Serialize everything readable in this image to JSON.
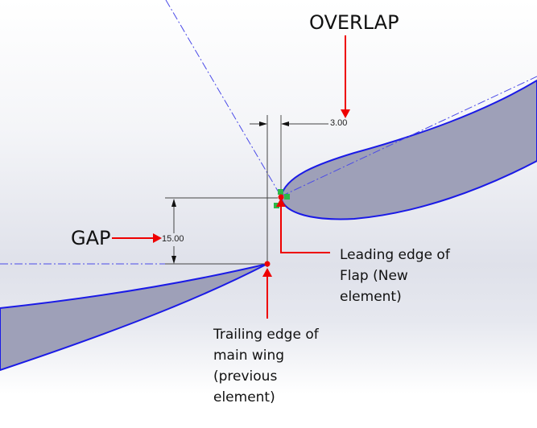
{
  "labels": {
    "overlap": "OVERLAP",
    "gap": "GAP",
    "leading_edge": [
      "Leading edge of",
      "Flap (New",
      "element)"
    ],
    "trailing_edge": [
      "Trailing edge of",
      "main wing",
      "(previous",
      "element)"
    ]
  },
  "dimensions": {
    "overlap_value": "3.00",
    "gap_value": "15.00"
  },
  "colors": {
    "airfoil_outline": "#1a1ae6",
    "airfoil_fill": "#9ea0b8",
    "annotation_arrow": "#ee0000",
    "construction_line": "#4a4ae8",
    "dimension_line": "#333333",
    "constraint_badge": "#2db84a"
  }
}
